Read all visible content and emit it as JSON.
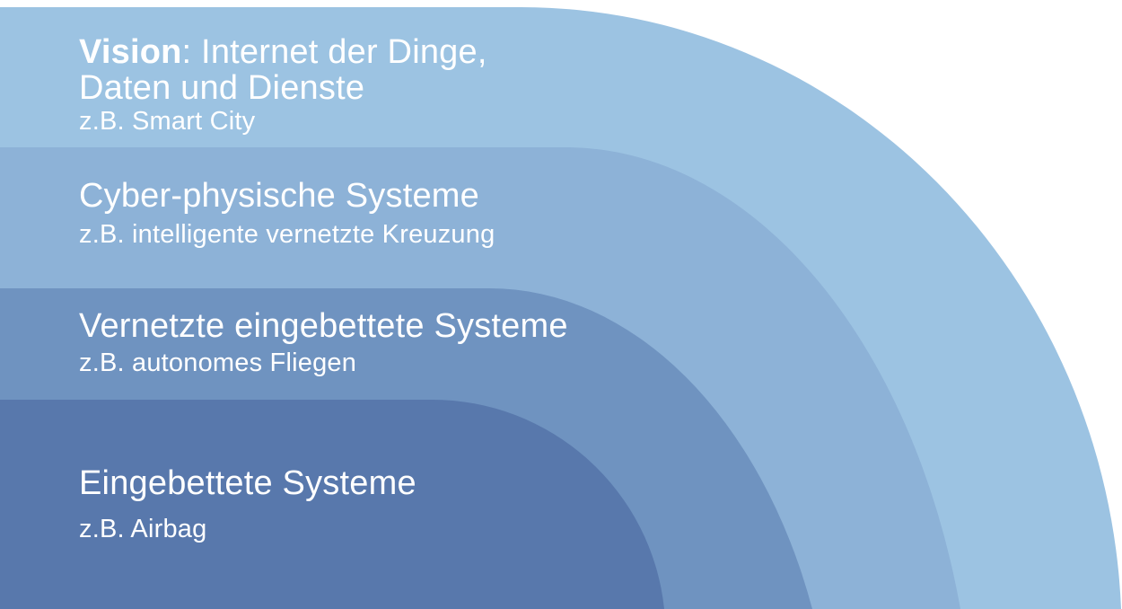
{
  "diagram": {
    "background_color": "#ffffff",
    "text_color": "#ffffff",
    "bands": [
      {
        "name": "vision-internet-der-dinge",
        "color": "#9cc3e2",
        "title_line1_bold": "Vision",
        "title_line1_rest": ": Internet der Dinge,",
        "title_line2": "Daten und Dienste",
        "subtitle": "z.B. Smart City"
      },
      {
        "name": "cyber-physische-systeme",
        "color": "#8db2d7",
        "title": "Cyber-physische Systeme",
        "subtitle": "z.B. intelligente vernetzte Kreuzung"
      },
      {
        "name": "vernetzte-eingebettete-systeme",
        "color": "#6f93c0",
        "title": "Vernetzte eingebettete Systeme",
        "subtitle": "z.B. autonomes Fliegen"
      },
      {
        "name": "eingebettete-systeme",
        "color": "#5878ac",
        "title": "Eingebettete Systeme",
        "subtitle": "z.B. Airbag"
      }
    ]
  }
}
